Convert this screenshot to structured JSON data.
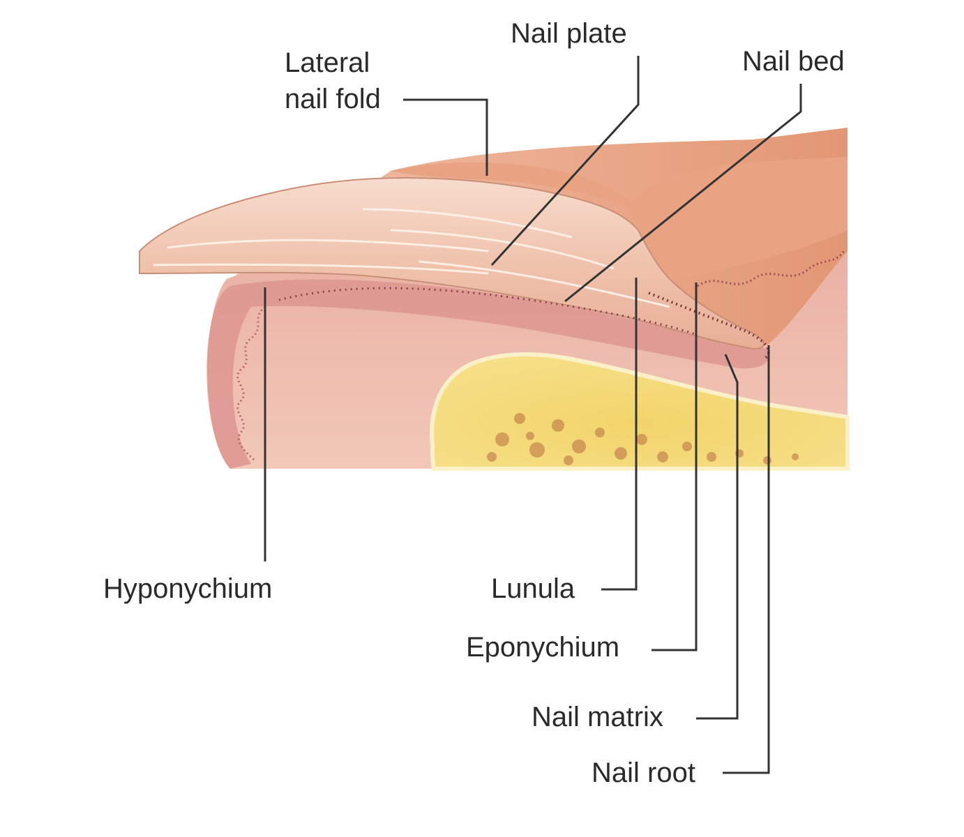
{
  "labels": {
    "lateral_nail_fold": "Lateral\nnail fold",
    "nail_plate": "Nail plate",
    "nail_bed": "Nail bed",
    "hyponychium": "Hyponychium",
    "lunula": "Lunula",
    "eponychium": "Eponychium",
    "nail_matrix": "Nail matrix",
    "nail_root": "Nail root"
  },
  "colors": {
    "skin": "#e9a588",
    "skin_light": "#f6d6c4",
    "nail": "#f4cdb9",
    "nail_highlight": "#fbeee6",
    "dermis": "#e6a59b",
    "epidermis": "#d78a85",
    "bone": "#f4d86a",
    "bone_marrow": "#c98a4a",
    "leader": "#333333",
    "text": "#2a2a2a"
  }
}
